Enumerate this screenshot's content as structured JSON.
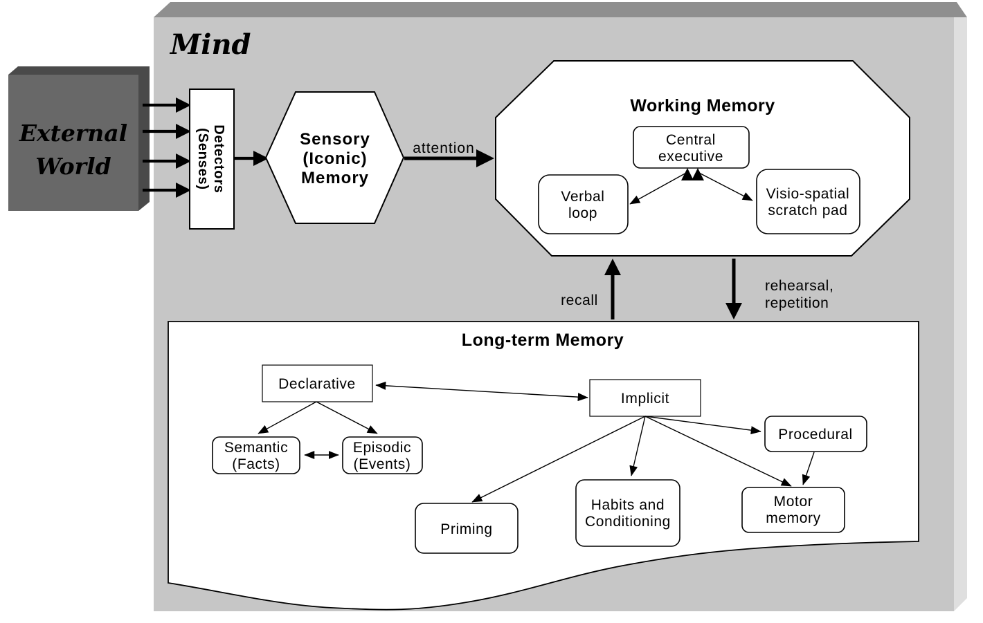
{
  "colors": {
    "page_bg": "#ffffff",
    "mind_face": "#c6c6c6",
    "mind_top": "#8f8f8f",
    "mind_side": "#dfdfdf",
    "external_world_face": "#686868",
    "external_world_bevel": "#4a4a4a",
    "node_fill": "#ffffff",
    "line": "#000000",
    "external_world_text": "#ffffff"
  },
  "mind": {
    "title": "Mind"
  },
  "external_world": {
    "lines": [
      "External",
      "World"
    ]
  },
  "detectors": {
    "lines": [
      "Detectors",
      "(Senses)"
    ]
  },
  "sensory_memory": {
    "lines": [
      "Sensory",
      "(Iconic)",
      "Memory"
    ]
  },
  "arrows": {
    "attention": "attention",
    "recall": "recall",
    "rehearsal": [
      "rehearsal,",
      "repetition"
    ]
  },
  "working_memory": {
    "title": "Working Memory",
    "central_executive": {
      "lines": [
        "Central",
        "executive"
      ]
    },
    "verbal_loop": {
      "lines": [
        "Verbal",
        "loop"
      ]
    },
    "visio_spatial": {
      "lines": [
        "Visio-spatial",
        "scratch pad"
      ]
    }
  },
  "long_term_memory": {
    "title": "Long-term Memory",
    "declarative": "Declarative",
    "implicit": "Implicit",
    "semantic": {
      "lines": [
        "Semantic",
        "(Facts)"
      ]
    },
    "episodic": {
      "lines": [
        "Episodic",
        "(Events)"
      ]
    },
    "priming": "Priming",
    "habits": {
      "lines": [
        "Habits and",
        "Conditioning"
      ]
    },
    "motor": {
      "lines": [
        "Motor",
        "memory"
      ]
    },
    "procedural": "Procedural"
  }
}
